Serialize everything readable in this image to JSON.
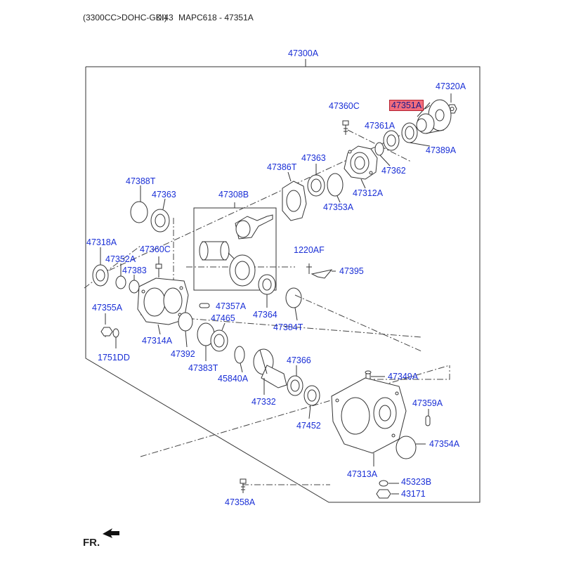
{
  "header": {
    "engine": "(3300CC>DOHC-GDI)",
    "code_left": "KI43",
    "code": "MAPC618",
    "separator": " - ",
    "part": "47351A"
  },
  "parts": {
    "p47300A": "47300A",
    "p47320A": "47320A",
    "p47351A": "47351A",
    "p47360C_top": "47360C",
    "p47361A": "47361A",
    "p47389A": "47389A",
    "p47363_top": "47363",
    "p47386T": "47386T",
    "p47362": "47362",
    "p47312A": "47312A",
    "p47353A": "47353A",
    "p47388T": "47388T",
    "p47363_left": "47363",
    "p47308B": "47308B",
    "p47318A": "47318A",
    "p47352A": "47352A",
    "p47360C_left": "47360C",
    "p47383": "47383",
    "p1220AF": "1220AF",
    "p47395": "47395",
    "p47355A": "47355A",
    "p47357A": "47357A",
    "p47364": "47364",
    "p47465": "47465",
    "p47384T": "47384T",
    "p47314A": "47314A",
    "p47392": "47392",
    "p1751DD": "1751DD",
    "p47383T": "47383T",
    "p47366": "47366",
    "p47349A": "47349A",
    "p45840A": "45840A",
    "p47332": "47332",
    "p47359A": "47359A",
    "p47452": "47452",
    "p47354A": "47354A",
    "p47313A": "47313A",
    "p45323B": "45323B",
    "p43171": "43171",
    "p47358A": "47358A"
  },
  "footer": {
    "direction": "FR."
  },
  "colors": {
    "label": "#1a2fd6",
    "highlight": "#f26d7d",
    "line": "#333333"
  }
}
